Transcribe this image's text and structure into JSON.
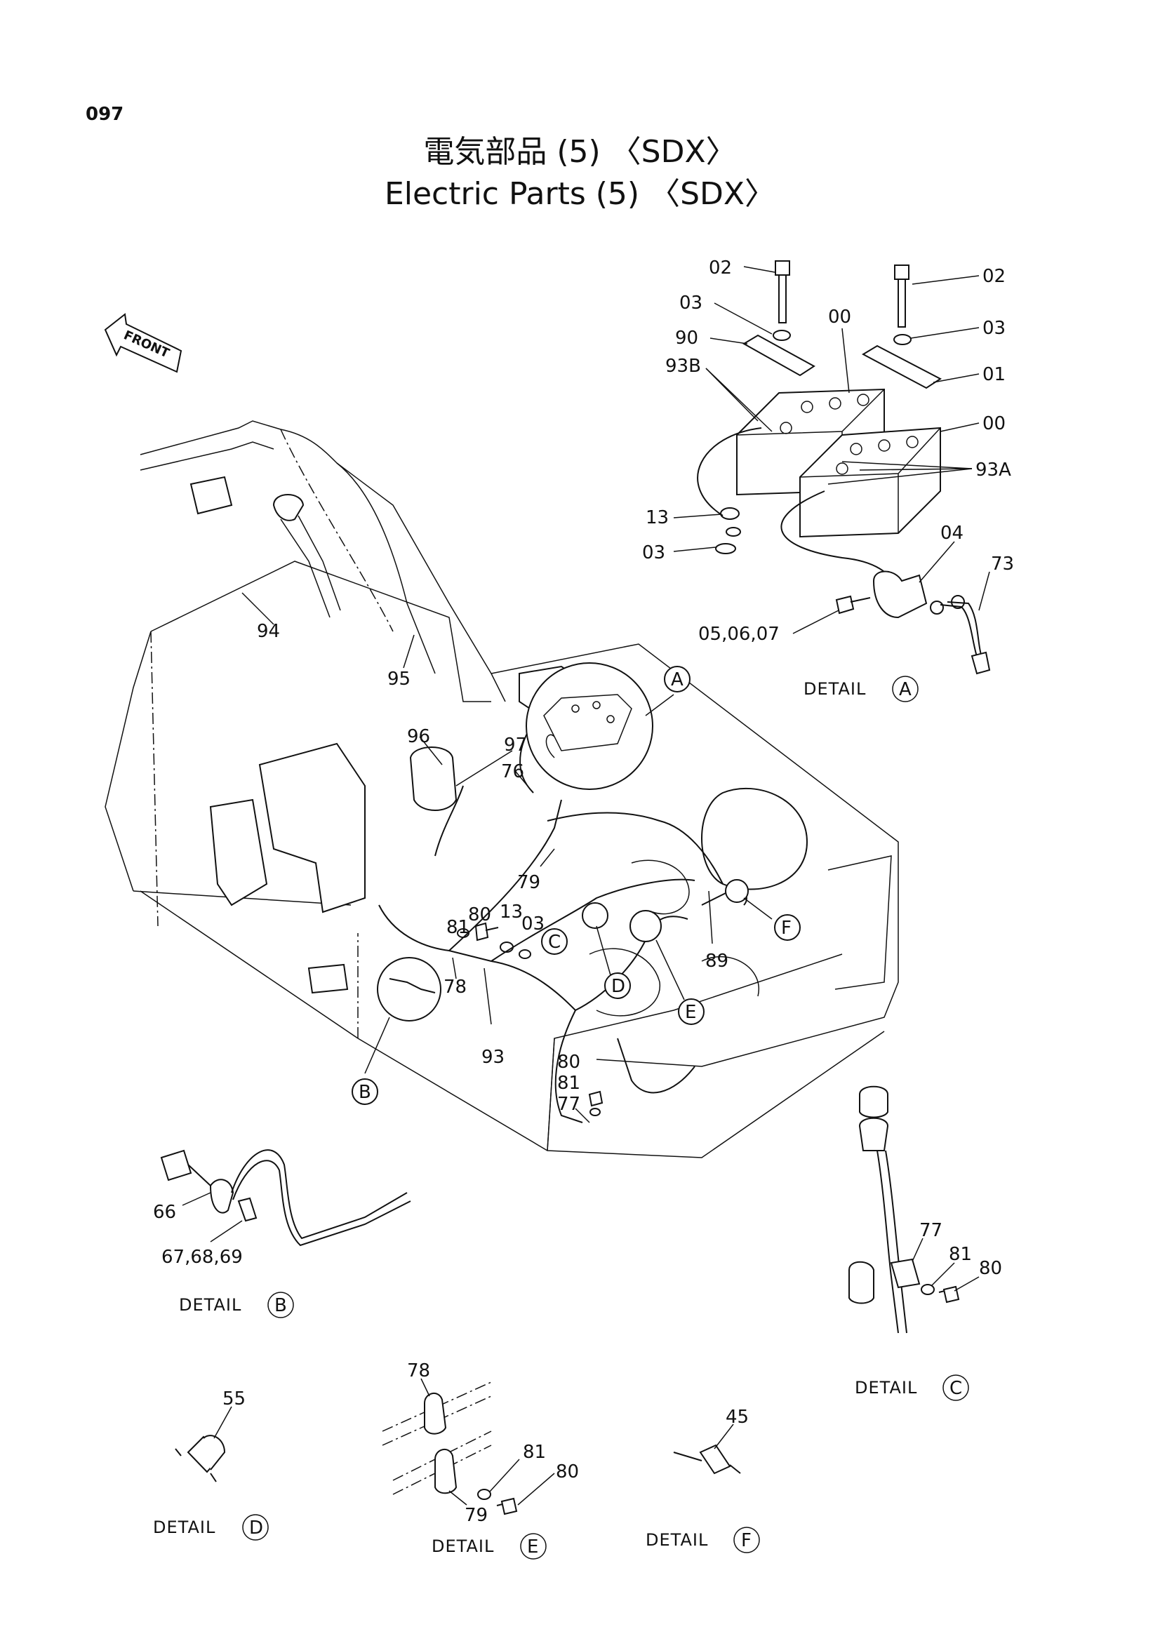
{
  "header": {
    "page_number": "097",
    "title_jp": "電気部品 (5) 〈SDX〉",
    "title_en": "Electric Parts (5) 〈SDX〉"
  },
  "front_arrow": "FRONT",
  "detail_word": "DETAIL",
  "details": {
    "A": "A",
    "B": "B",
    "C": "C",
    "D": "D",
    "E": "E",
    "F": "F"
  },
  "part_labels": {
    "a_02_left": "02",
    "a_02_right": "02",
    "a_03_left": "03",
    "a_03_right": "03",
    "a_00_top": "00",
    "a_00_right": "00",
    "a_90": "90",
    "a_01": "01",
    "a_93B": "93B",
    "a_93A": "93A",
    "a_13": "13",
    "a_03_bottom": "03",
    "a_04": "04",
    "a_73": "73",
    "a_05_06_07": "05,06,07",
    "m_94": "94",
    "m_95": "95",
    "m_96": "96",
    "m_97": "97",
    "m_76": "76",
    "m_79": "79",
    "m_81": "81",
    "m_80": "80",
    "m_13": "13",
    "m_03": "03",
    "m_78": "78",
    "m_93": "93",
    "m_89": "89",
    "m_80b": "80",
    "m_81b": "81",
    "m_77": "77",
    "b_66": "66",
    "b_67_68_69": "67,68,69",
    "c_77": "77",
    "c_81": "81",
    "c_80": "80",
    "d_55": "55",
    "e_78": "78",
    "e_81": "81",
    "e_80": "80",
    "e_79": "79",
    "f_45": "45"
  }
}
